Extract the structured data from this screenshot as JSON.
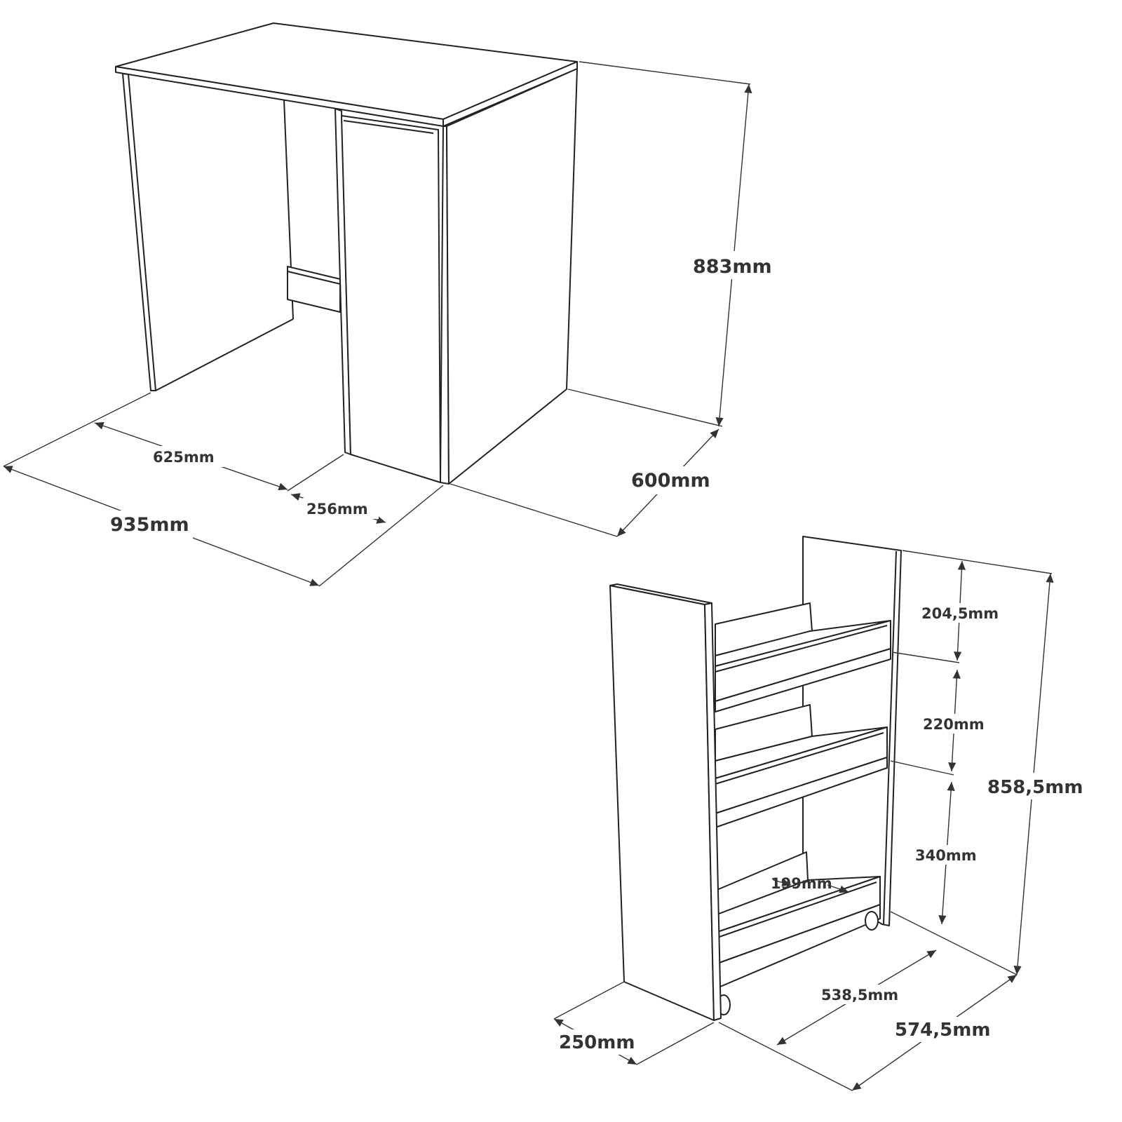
{
  "desk": {
    "height": "883mm",
    "depth": "600mm",
    "width": "935mm",
    "open_width": "625mm",
    "cabinet_width": "256mm"
  },
  "cart": {
    "height": "858,5mm",
    "shelf_gap_top": "204,5mm",
    "shelf_gap_middle": "220mm",
    "shelf_gap_bottom": "340mm",
    "shelf_depth": "199mm",
    "inner_length": "538,5mm",
    "length": "574,5mm",
    "width": "250mm"
  },
  "colors": {
    "line": "#222222",
    "background": "#ffffff"
  }
}
